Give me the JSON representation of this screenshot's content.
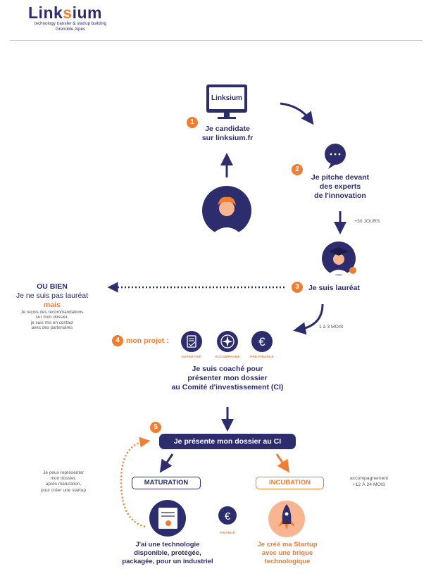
{
  "header": {
    "logo_prefix": "Link",
    "logo_mid": "s",
    "logo_suffix": "ium",
    "tagline_line1": "technology transfer & startup building",
    "tagline_line2": "Grenoble Alpes"
  },
  "monitor": {
    "screen_text": "Linksium"
  },
  "steps": {
    "s1": {
      "num": "1",
      "line1": "Je candidate",
      "line2": "sur linksium.fr"
    },
    "s2": {
      "num": "2",
      "line1": "Je pitche devant",
      "line2": "des experts",
      "line3": "de l'innovation"
    },
    "s3": {
      "num": "3",
      "text": "Je suis lauréat"
    },
    "s4": {
      "num": "4",
      "label": "mon projet :",
      "icons": [
        {
          "icon": "document-check-icon",
          "label": "EXPERTISÉ"
        },
        {
          "icon": "compass-icon",
          "label": "ACCOMPAGNÉ"
        },
        {
          "icon": "euro-icon",
          "label": "PRÉ-FINANCÉ"
        }
      ],
      "line1": "Je suis coaché pour",
      "line2": "présenter mon dossier",
      "line3": "au Comité d'investissement (CI)"
    },
    "s5": {
      "num": "5",
      "text": "Je présente mon dossier au CI"
    }
  },
  "timing": {
    "t1": "+30 JOURS",
    "t2": "1 à 3 MOIS"
  },
  "alt": {
    "title": "OU BIEN",
    "line2": "Je ne suis pas lauréat",
    "mais": "mais",
    "d1": "Je reçois des recommandations",
    "d2": "sur mon dossier,",
    "d3": "je suis mis en contact",
    "d4": "avec des partenaires"
  },
  "outcomes": {
    "maturation": "MATURATION",
    "incubation": "INCUBATION",
    "incub_note1": "accompagnement",
    "incub_note2": "+12 À 24 MOIS",
    "loop1": "Je peux représenter",
    "loop2": "mon dossier,",
    "loop3": "après maturation,",
    "loop4": "pour créer une startup",
    "financement": "FINANCÉ",
    "tech1": "J'ai une technologie",
    "tech2": "disponible, protégée,",
    "tech3": "packagée, pour un industriel",
    "start1": "Je créé ma Startup",
    "start2": "avec une brique",
    "start3": "technologique"
  },
  "colors": {
    "navy": "#2d2d6e",
    "orange": "#f07e32",
    "peach": "#f7b591"
  }
}
